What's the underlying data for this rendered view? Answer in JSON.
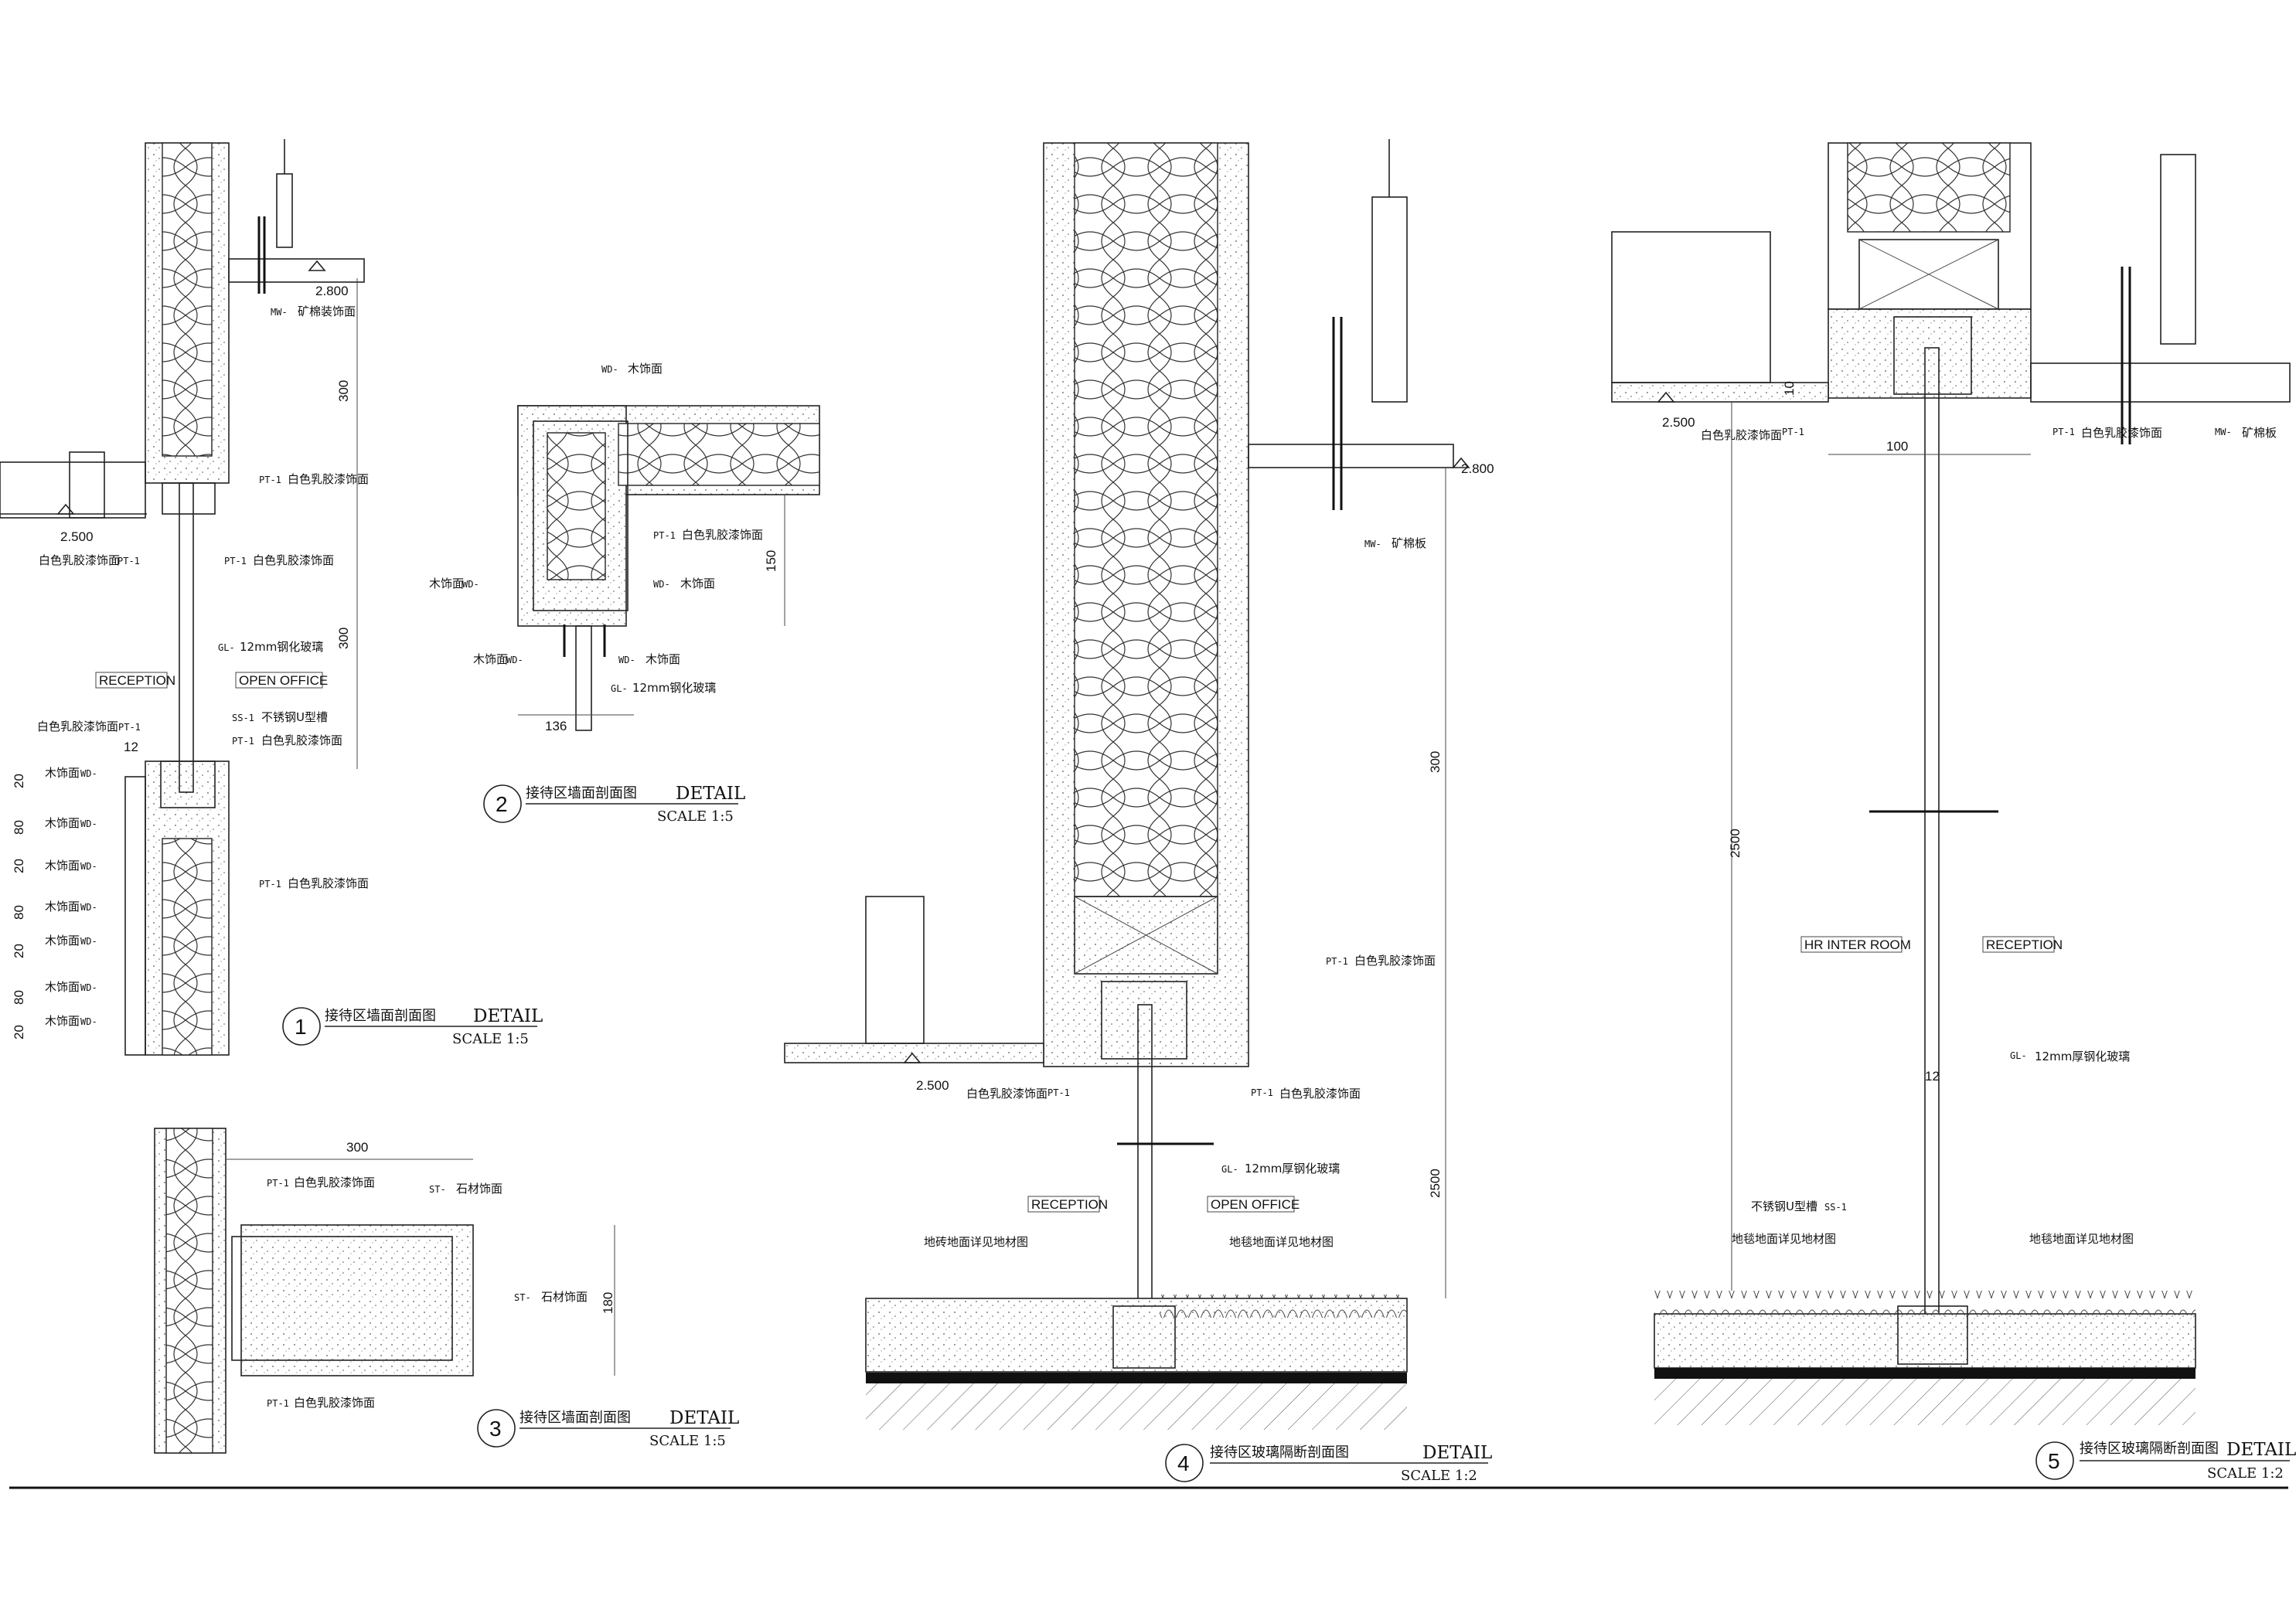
{
  "level_marks": {
    "ceiling": "2.800",
    "floor": "2.500"
  },
  "dims": {
    "d300": "300",
    "d150": "150",
    "d136": "136",
    "d180": "180",
    "d12": "12",
    "d20": "20",
    "d80": "80",
    "d2500": "2500",
    "d100": "100",
    "d10": "10"
  },
  "tags": {
    "mw": "MW-",
    "pt": "PT-1",
    "gl": "GL-",
    "ss": "SS-1",
    "wd": "WD-",
    "st": "ST-"
  },
  "notes": {
    "mineral_panel": "矿棉装饰面",
    "latex_paint": "白色乳胶漆饰面",
    "glass_12": "12mm钢化玻璃",
    "glass_12_thick": "12mm厚钢化玻璃",
    "steel_u": "不锈钢U型槽",
    "wood_finish": "木饰面",
    "stone_finish": "石材饰面",
    "mineral_board": "矿棉板",
    "tile_floor": "地砖地面详见地材图",
    "carpet_floor": "地毯地面详见地材图"
  },
  "rooms": {
    "reception": "RECEPTION",
    "open_office": "OPEN OFFICE",
    "hr_room": "HR INTER ROOM"
  },
  "details": [
    {
      "num": "1",
      "title": "接待区墙面剖面图",
      "label": "DETAIL",
      "scale": "SCALE  1:5"
    },
    {
      "num": "2",
      "title": "接待区墙面剖面图",
      "label": "DETAIL",
      "scale": "SCALE  1:5"
    },
    {
      "num": "3",
      "title": "接待区墙面剖面图",
      "label": "DETAIL",
      "scale": "SCALE  1:5"
    },
    {
      "num": "4",
      "title": "接待区玻璃隔断剖面图",
      "label": "DETAIL",
      "scale": "SCALE  1:2"
    },
    {
      "num": "5",
      "title": "接待区玻璃隔断剖面图",
      "label": "DETAIL",
      "scale": "SCALE  1:2"
    }
  ]
}
